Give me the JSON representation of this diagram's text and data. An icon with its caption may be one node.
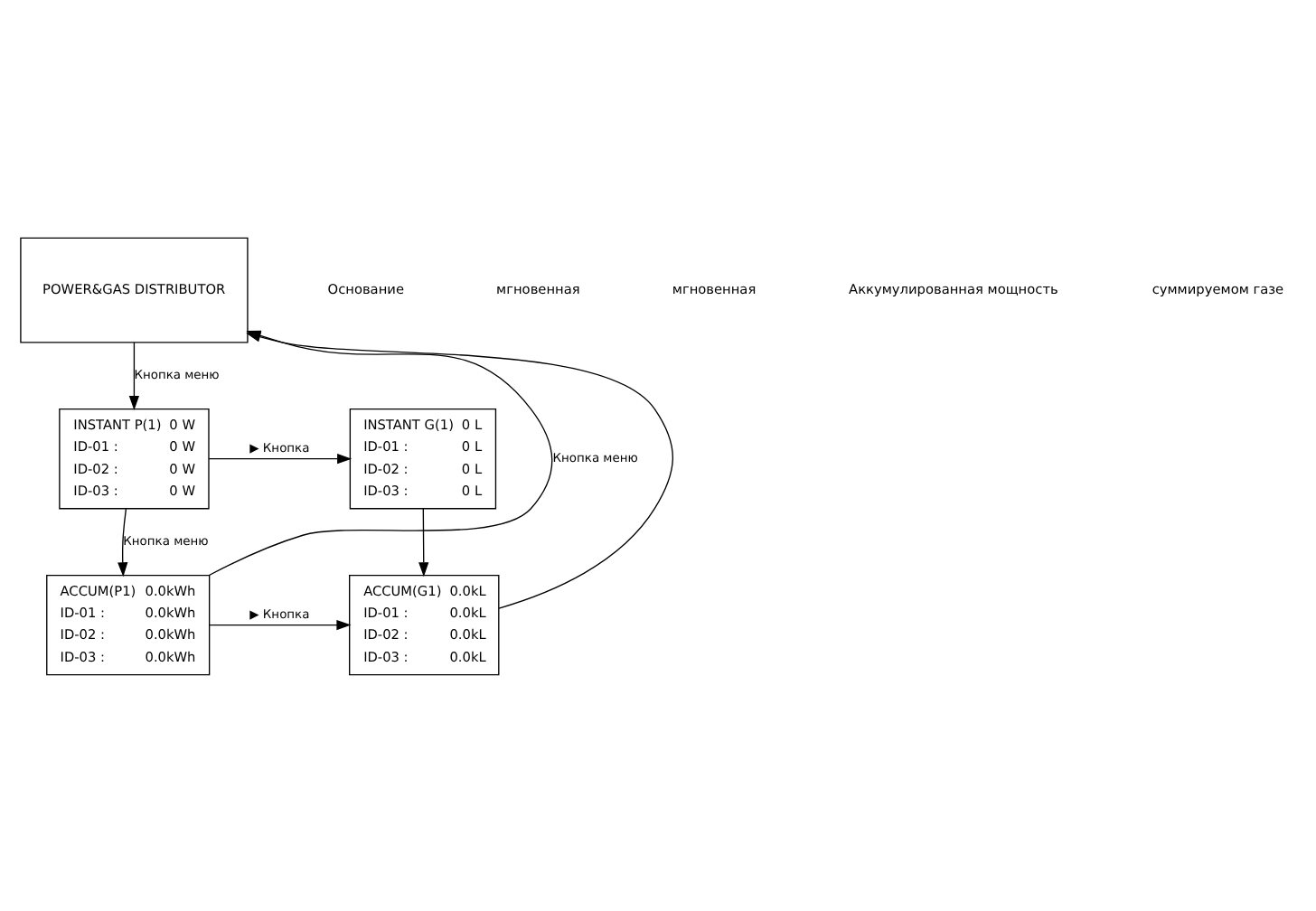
{
  "diagram": {
    "nodes": [
      {
        "text": [
          "POWER&GAS DISTRIBUTOR"
        ]
      },
      {
        "text": [
          "INSTANT P(1)",
          "0 W",
          "ID-01 :",
          "0 W",
          "ID-02 :",
          "0 W",
          "ID-03 :",
          "0 W"
        ]
      },
      {
        "text": [
          "INSTANT G(1)",
          "0 L",
          "ID-01 :",
          "0 L",
          "ID-02 :",
          "0 L",
          "ID-03 :",
          "0 L"
        ]
      },
      {
        "text": [
          "ACCUM(P1)",
          "0.0kWh",
          "ID-01 :",
          "0.0kWh",
          "ID-02 :",
          "0.0kWh",
          "ID-03 :",
          "0.0kWh"
        ]
      },
      {
        "text": [
          "ACCUM(G1)",
          "0.0kL",
          "ID-01 :",
          "0.0kL",
          "ID-02 :",
          "0.0kL",
          "ID-03 :",
          "0.0kL"
        ]
      }
    ],
    "edges": [
      {
        "from": 0,
        "to": 1,
        "arrow": "to",
        "label": "Кнопка меню"
      },
      {
        "from": 1,
        "to": 2,
        "arrow": "to",
        "label": "▶ Кнопка"
      },
      {
        "from": 1,
        "to": 3,
        "arrow": "to",
        "label": "Кнопка меню"
      },
      {
        "from": 2,
        "to": 4,
        "arrow": "to"
      },
      {
        "from": 3,
        "to": 4,
        "arrow": "to",
        "label": "▶ Кнопка"
      },
      {
        "from": 3,
        "to": 0,
        "arrow": "to",
        "label": "Кнопка меню"
      },
      {
        "from": 4,
        "to": 0,
        "arrow": "to"
      }
    ],
    "labels": [
      "Основание",
      "мгновенная",
      "мгновенная",
      "Аккумулированная мощность",
      "суммируемом газе"
    ]
  }
}
